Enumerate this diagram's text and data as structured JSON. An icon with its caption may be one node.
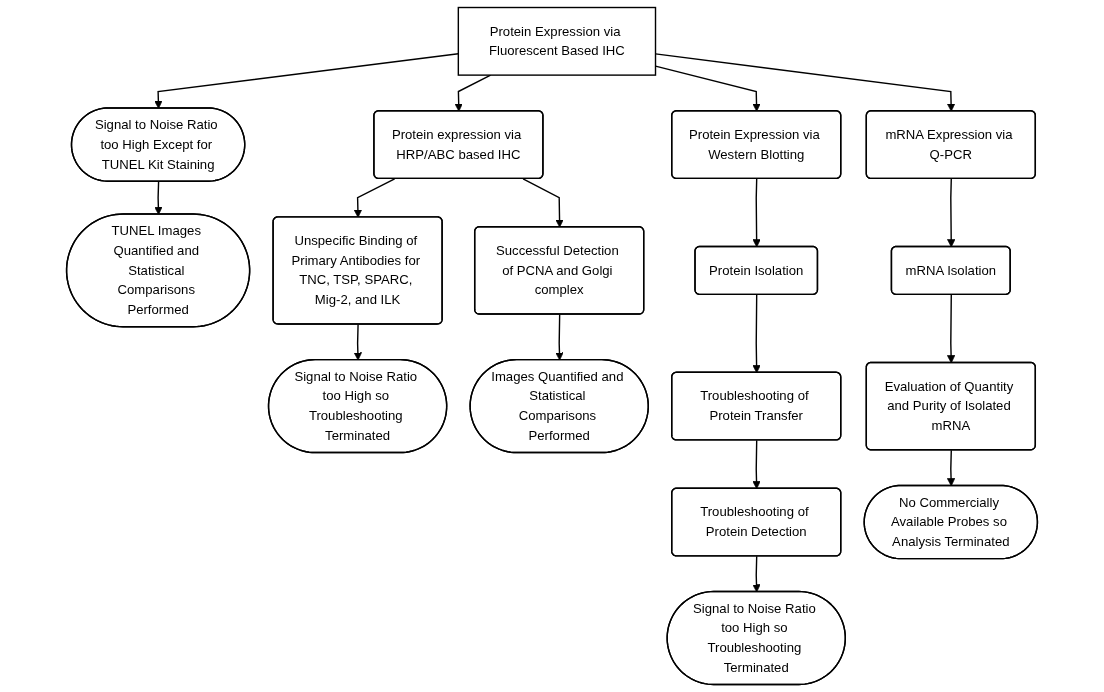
{
  "diagram": {
    "nodes": [
      {
        "text": [
          "Protein Expression via Fluorescent Based IHC"
        ]
      },
      {
        "text": [
          "TUNEL Images Quantified and Statistical Comparisons Performed"
        ]
      },
      {
        "text": [
          "Signal to Noise Ratio too High Except for TUNEL Kit Staining"
        ]
      },
      {
        "text": [
          "Protein expression via HRP/ABC based IHC"
        ]
      },
      {
        "text": [
          "Protein Expression via Western Blotting"
        ]
      },
      {
        "text": [
          "mRNA Expression via Q-PCR"
        ]
      },
      {
        "text": [
          "Unspecific Binding of Primary Antibodies for TNC, TSP, SPARC, Mig-2, and ILK"
        ]
      },
      {
        "text": [
          "Successful Detection of PCNA and Golgi complex"
        ]
      },
      {
        "text": [
          "Protein Isolation"
        ]
      },
      {
        "text": [
          "mRNA Isolation"
        ]
      },
      {
        "text": [
          "Signal to Noise Ratio too High so Troubleshooting Terminated"
        ]
      },
      {
        "text": [
          "Images Quantified and Statistical Comparisons Performed"
        ]
      },
      {
        "text": [
          "Troubleshooting of Protein Transfer"
        ]
      },
      {
        "text": [
          "Evaluation of Quantity and Purity of Isolated mRNA"
        ]
      },
      {
        "text": [
          "Troubleshooting of Protein Detection"
        ]
      },
      {
        "text": [
          "No Commercially Available Probes so Analysis Terminated"
        ]
      },
      {
        "text": [
          "Signal to Noise Ratio too High so Troubleshooting Terminated"
        ]
      }
    ],
    "edges": [
      {
        "from": 0,
        "to": 2,
        "arrow": "to"
      },
      {
        "from": 0,
        "to": 3,
        "arrow": "to"
      },
      {
        "from": 0,
        "to": 4,
        "arrow": "to"
      },
      {
        "from": 0,
        "to": 5,
        "arrow": "to"
      },
      {
        "from": 2,
        "to": 1,
        "arrow": "to"
      },
      {
        "from": 3,
        "to": 6,
        "arrow": "to"
      },
      {
        "from": 3,
        "to": 7,
        "arrow": "to"
      },
      {
        "from": 6,
        "to": 10,
        "arrow": "to"
      },
      {
        "from": 7,
        "to": 11,
        "arrow": "to"
      },
      {
        "from": 4,
        "to": 8,
        "arrow": "to"
      },
      {
        "from": 8,
        "to": 12,
        "arrow": "to"
      },
      {
        "from": 12,
        "to": 14,
        "arrow": "to"
      },
      {
        "from": 14,
        "to": 16,
        "arrow": "to"
      },
      {
        "from": 5,
        "to": 9,
        "arrow": "to"
      },
      {
        "from": 9,
        "to": 13,
        "arrow": "to"
      },
      {
        "from": 13,
        "to": 15,
        "arrow": "to"
      }
    ]
  }
}
